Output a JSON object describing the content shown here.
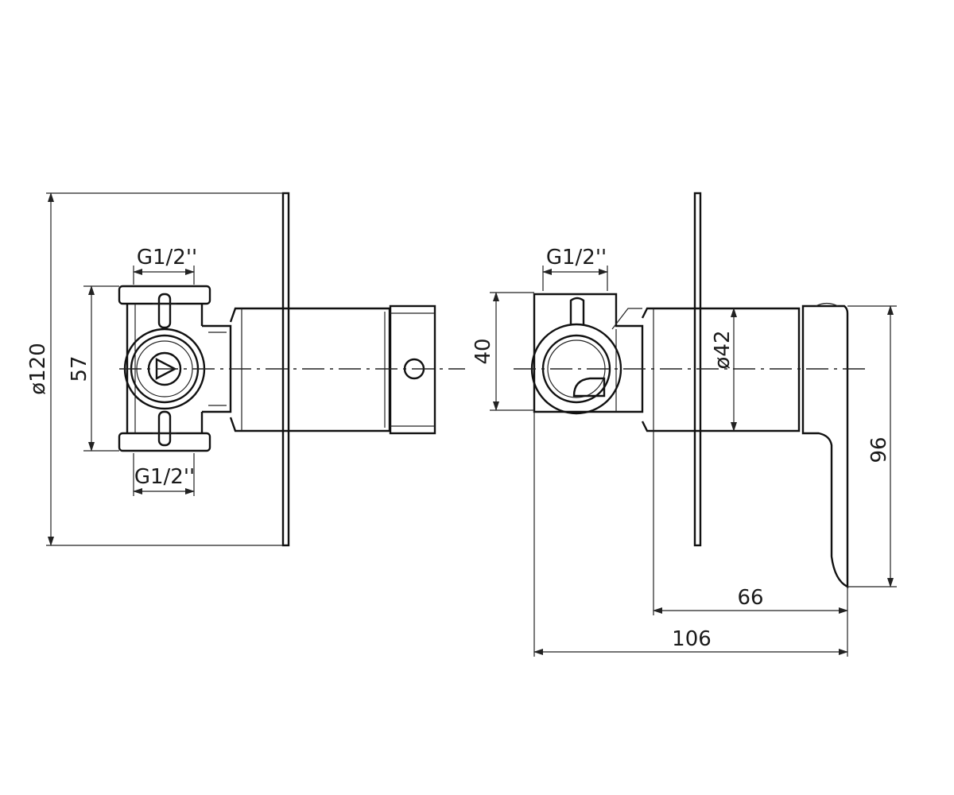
{
  "front_view": {
    "label_top_thread": "G1/2''",
    "label_bottom_thread": "G1/2''",
    "label_height": "57",
    "label_plate_diameter": "ø120"
  },
  "side_view": {
    "label_thread": "G1/2''",
    "label_body_height": "40",
    "label_cartridge_diameter": "ø42",
    "label_handle_height": "96",
    "label_projection": "66",
    "label_total_depth": "106"
  },
  "colors": {
    "line": "#111111",
    "background": "#ffffff"
  }
}
